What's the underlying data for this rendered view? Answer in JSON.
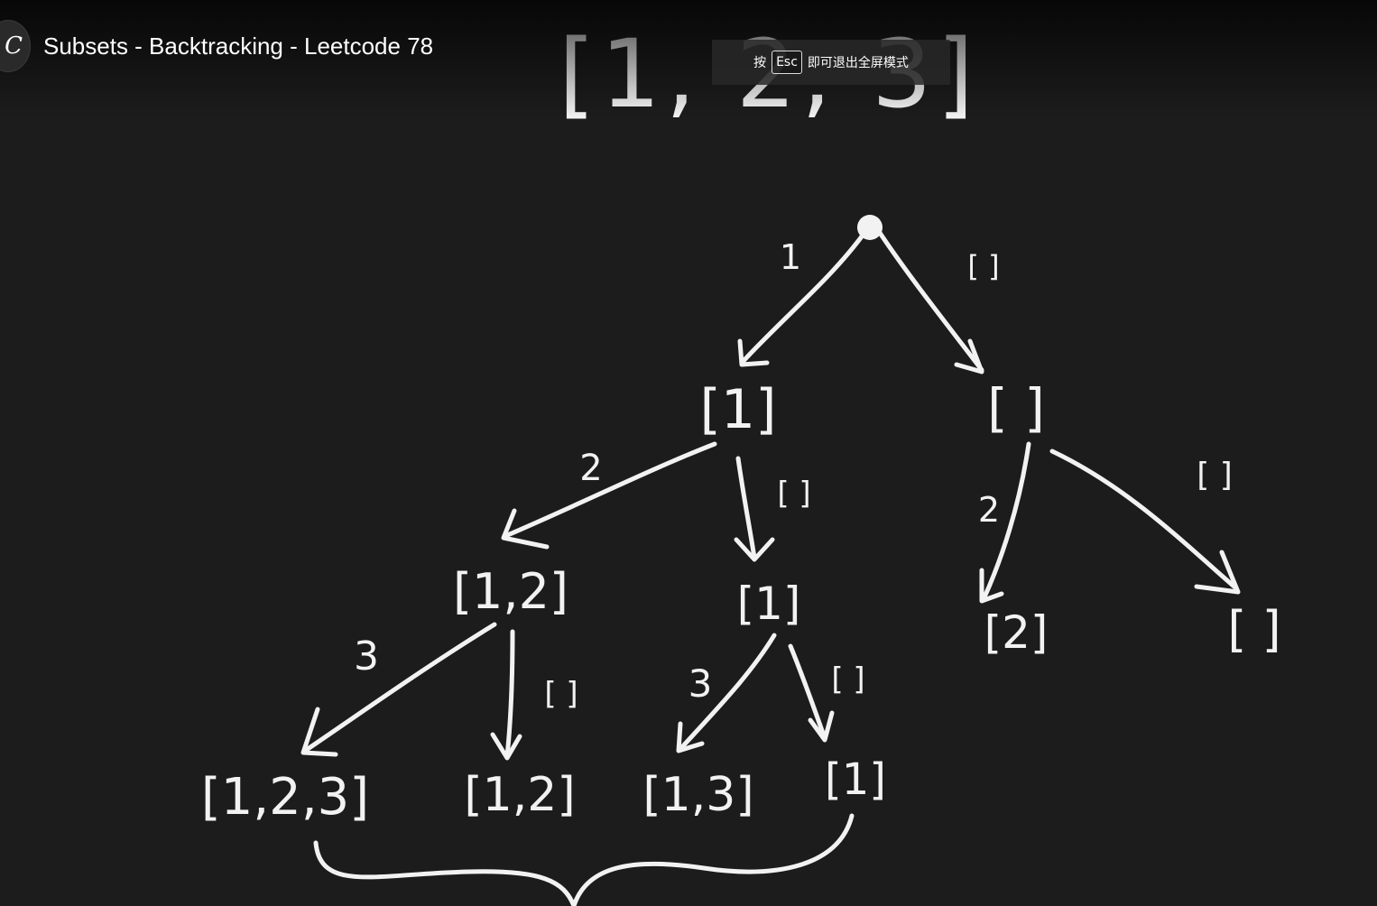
{
  "header": {
    "channel_avatar_letter": "C",
    "title": "Subsets - Backtracking - Leetcode 78"
  },
  "fullscreen_toast": {
    "prefix": "按",
    "key": "Esc",
    "suffix": "即可退出全屏模式"
  },
  "board": {
    "ink_color": "#f2f2f2",
    "background": "#1c1c1c",
    "input_array": "[1, 2, 3]",
    "edge_labels": {
      "root_left": "1",
      "root_right": "[ ]",
      "a_left": "2",
      "a_right": "[ ]",
      "b_left": "2",
      "b_right": "[ ]",
      "c_left": "3",
      "c_right": "[ ]",
      "d_left": "3",
      "d_right": "[ ]"
    },
    "nodes": {
      "level1_left": "[1]",
      "level1_right": "[ ]",
      "level2_a": "[1,2]",
      "level2_b": "[1]",
      "level2_c": "[2]",
      "level2_d": "[ ]",
      "level3_a": "[1,2,3]",
      "level3_b": "[1,2]",
      "level3_c": "[1,3]",
      "level3_d": "[1]"
    }
  }
}
